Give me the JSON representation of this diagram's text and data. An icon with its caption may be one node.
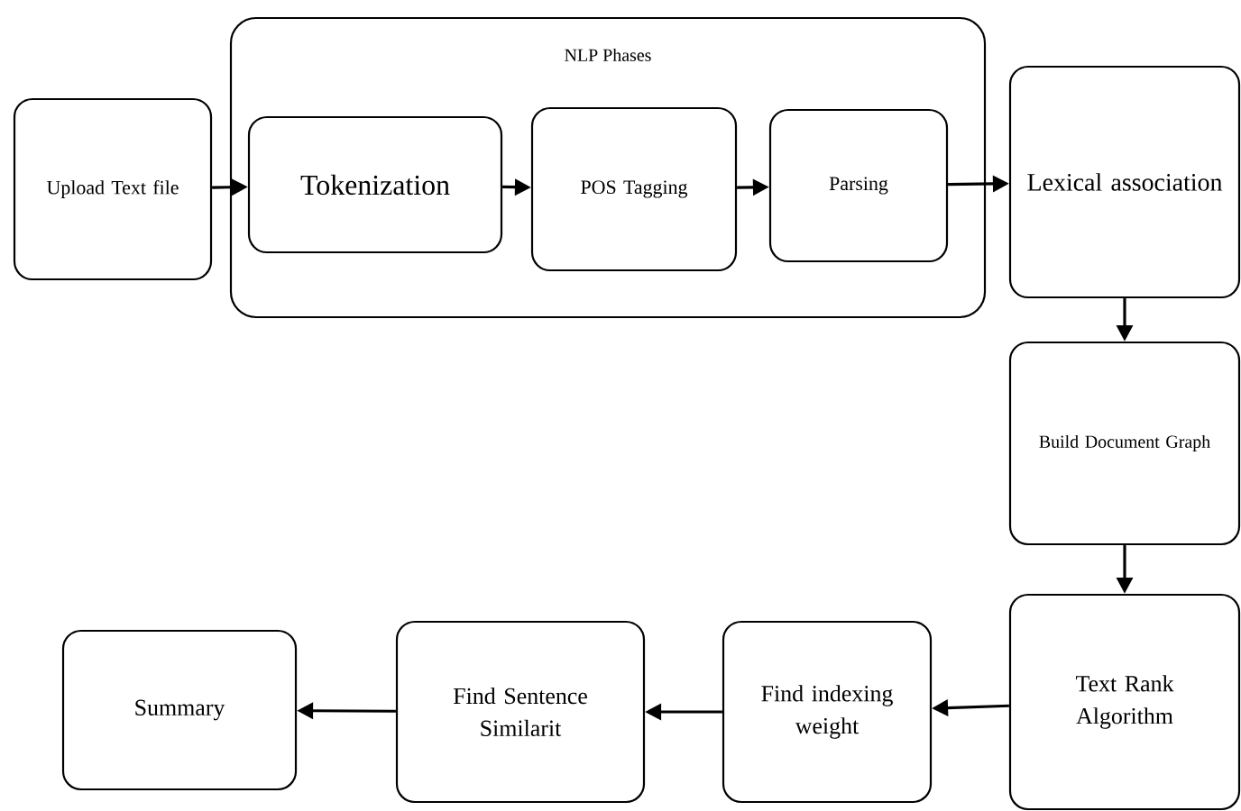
{
  "diagram": {
    "nodes": [
      {
        "text": [
          "Upload Text file"
        ]
      },
      {
        "text": [
          "NLP Phases"
        ]
      },
      {
        "text": [
          "Tokenization"
        ],
        "in": 1
      },
      {
        "text": [
          "POS Tagging"
        ],
        "in": 1
      },
      {
        "text": [
          "Parsing"
        ],
        "in": 1
      },
      {
        "text": [
          "Lexical association"
        ]
      },
      {
        "text": [
          "Build Document Graph"
        ]
      },
      {
        "text": [
          "Text Rank Algorithm"
        ]
      },
      {
        "text": [
          "Find indexing weight"
        ]
      },
      {
        "text": [
          "Find Sentence Similarit"
        ]
      },
      {
        "text": [
          "Summary"
        ]
      }
    ],
    "edges": [
      {
        "from": 0,
        "to": 2,
        "arrow": "to"
      },
      {
        "from": 2,
        "to": 3,
        "arrow": "to"
      },
      {
        "from": 3,
        "to": 4,
        "arrow": "to"
      },
      {
        "from": 4,
        "to": 5,
        "arrow": "to"
      },
      {
        "from": 5,
        "to": 6,
        "arrow": "to"
      },
      {
        "from": 6,
        "to": 7,
        "arrow": "to"
      },
      {
        "from": 7,
        "to": 8,
        "arrow": "to"
      },
      {
        "from": 8,
        "to": 9,
        "arrow": "to"
      },
      {
        "from": 9,
        "to": 10,
        "arrow": "to"
      }
    ]
  }
}
